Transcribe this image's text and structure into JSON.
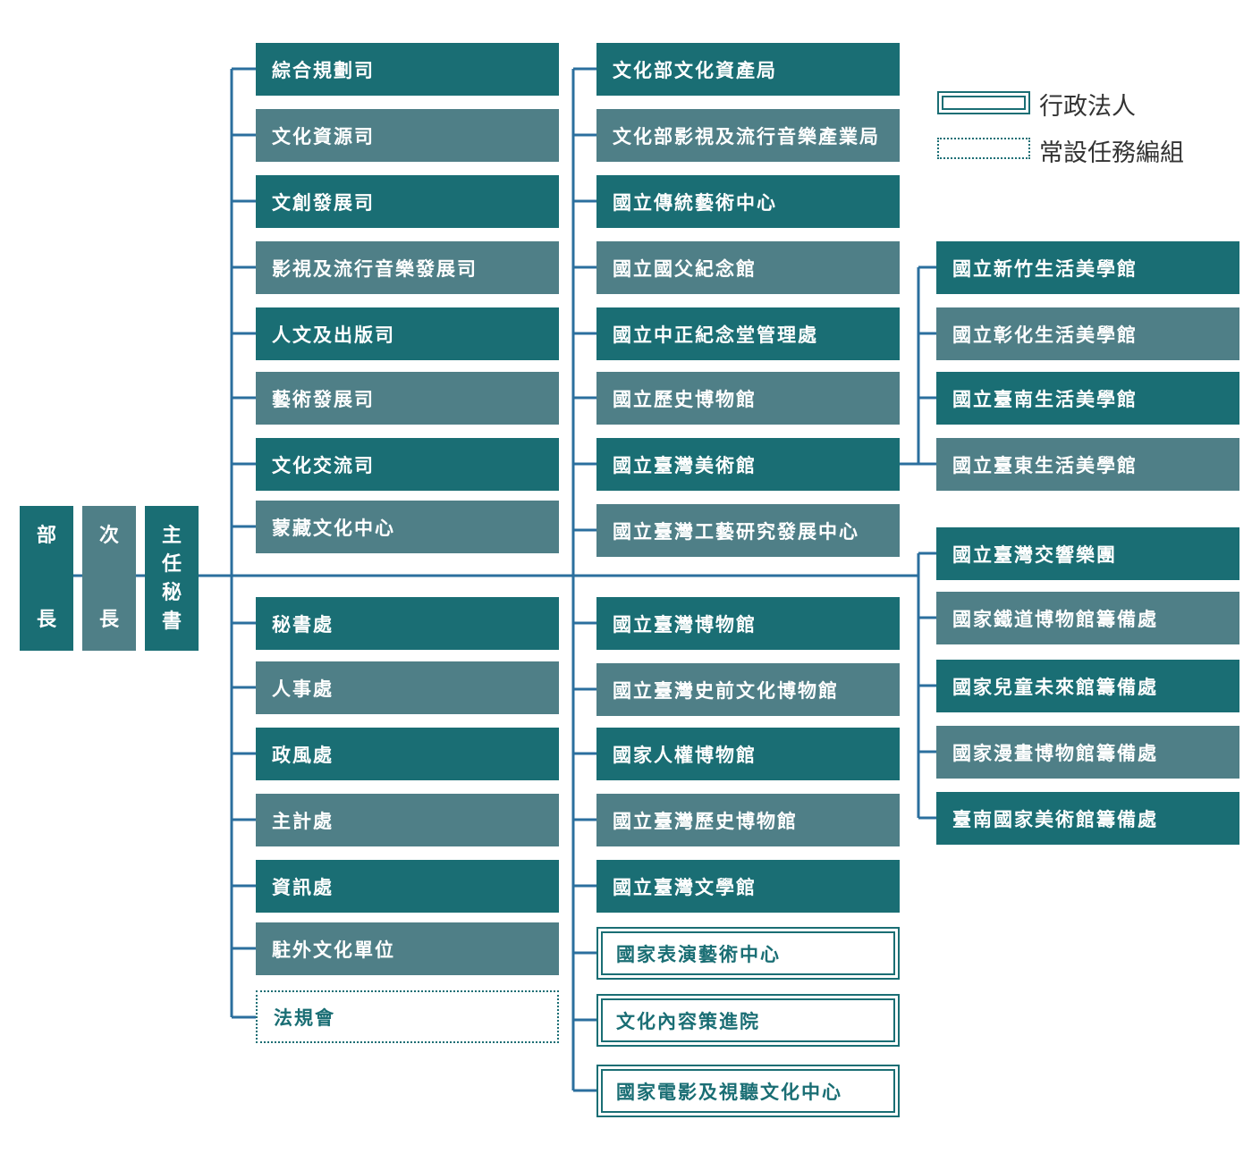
{
  "colors": {
    "dark": "#1a6e74",
    "light": "#4f7f87",
    "line": "#2b6f9e"
  },
  "legend": {
    "corp": "行政法人",
    "task": "常設任務編組"
  },
  "leaders": {
    "minister": [
      "部",
      "長"
    ],
    "vice": [
      "次",
      "長"
    ],
    "secretary": [
      "主",
      "任",
      "秘",
      "書"
    ]
  },
  "col1_top": [
    "綜合規劃司",
    "文化資源司",
    "文創發展司",
    "影視及流行音樂發展司",
    "人文及出版司",
    "藝術發展司",
    "文化交流司",
    "蒙藏文化中心"
  ],
  "col1_bottom": [
    "秘書處",
    "人事處",
    "政風處",
    "主計處",
    "資訊處",
    "駐外文化單位",
    "法規會"
  ],
  "col2_top": [
    "文化部文化資產局",
    "文化部影視及流行音樂產業局",
    "國立傳統藝術中心",
    "國立國父紀念館",
    "國立中正紀念堂管理處",
    "國立歷史博物館",
    "國立臺灣美術館",
    "國立臺灣工藝研究發展中心"
  ],
  "col2_bottom": [
    "國立臺灣博物館",
    "國立臺灣史前文化博物館",
    "國家人權博物館",
    "國立臺灣歷史博物館",
    "國立臺灣文學館",
    "國家表演藝術中心",
    "文化內容策進院",
    "國家電影及視聽文化中心"
  ],
  "col3_top": [
    "國立新竹生活美學館",
    "國立彰化生活美學館",
    "國立臺南生活美學館",
    "國立臺東生活美學館"
  ],
  "col3_bottom": [
    "國立臺灣交響樂團",
    "國家鐵道博物館籌備處",
    "國家兒童未來館籌備處",
    "國家漫畫博物館籌備處",
    "臺南國家美術館籌備處"
  ]
}
